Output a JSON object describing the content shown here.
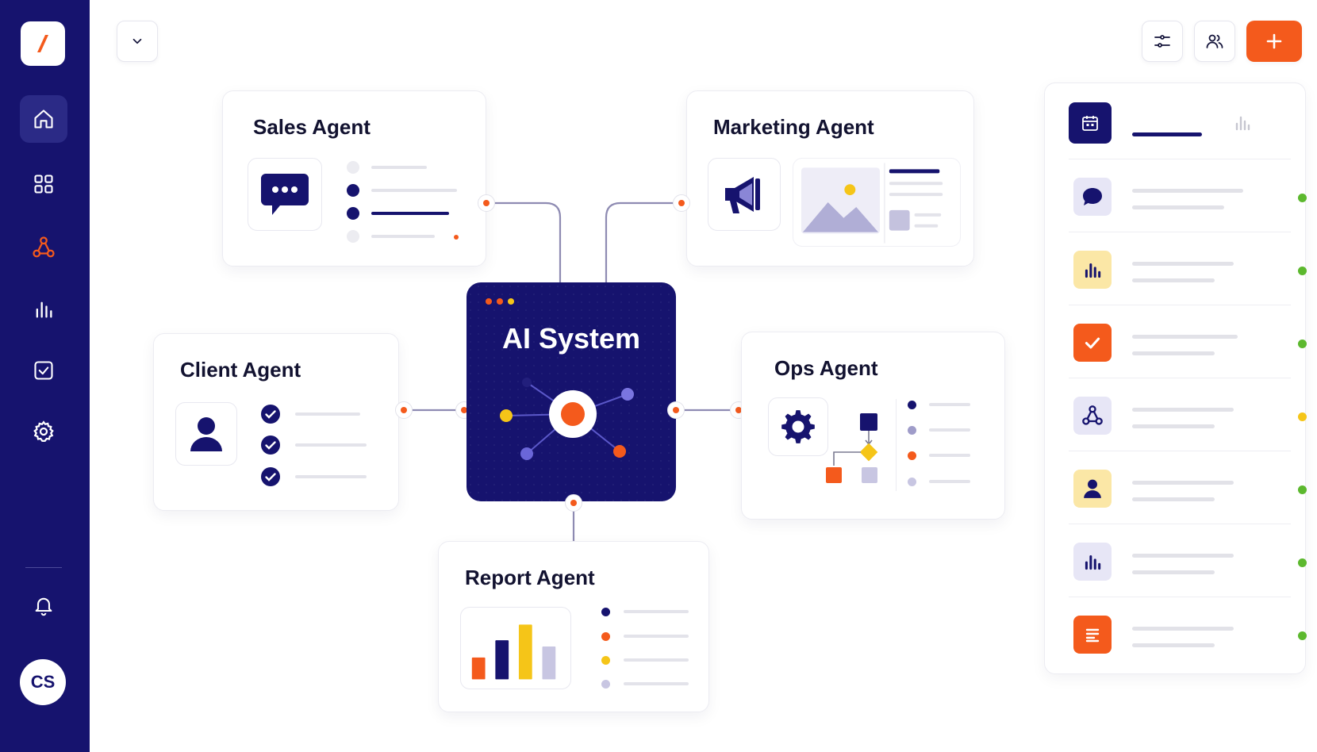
{
  "sidebar": {
    "logo_icon": "slash-logo-icon",
    "nav": [
      {
        "icon": "home-icon",
        "active": true
      },
      {
        "icon": "grid-icon",
        "active": false
      },
      {
        "icon": "network-icon",
        "active": false
      },
      {
        "icon": "bar-chart-icon",
        "active": false
      },
      {
        "icon": "checkbox-icon",
        "active": false
      },
      {
        "icon": "gear-icon",
        "active": false
      }
    ],
    "notification_icon": "bell-icon",
    "avatar_initials": "CS"
  },
  "toolbar": {
    "dropdown_icon": "chevron-down-icon",
    "filter_icon": "sliders-icon",
    "users_icon": "users-icon",
    "add_icon": "plus-icon"
  },
  "agents": {
    "sales": {
      "title": "Sales Agent",
      "icon": "chat-bubble-icon"
    },
    "marketing": {
      "title": "Marketing Agent",
      "icon": "megaphone-icon"
    },
    "client": {
      "title": "Client Agent",
      "icon": "user-icon"
    },
    "ops": {
      "title": "Ops Agent",
      "icon": "gear-icon"
    },
    "report": {
      "title": "Report Agent",
      "icon": "bar-chart-icon"
    }
  },
  "hub": {
    "title": "AI System",
    "icon": "network-hub-icon"
  },
  "panel": {
    "tab_active_icon": "calendar-icon",
    "tab_inactive_icon": "bar-chart-icon",
    "rows": [
      {
        "icon": "chat-bubble-icon",
        "status": "green"
      },
      {
        "icon": "bar-chart-icon",
        "status": "green"
      },
      {
        "icon": "check-icon",
        "status": "green"
      },
      {
        "icon": "network-icon",
        "status": "yellow"
      },
      {
        "icon": "user-icon",
        "status": "green"
      },
      {
        "icon": "bar-chart-icon",
        "status": "green"
      },
      {
        "icon": "document-lines-icon",
        "status": "green"
      }
    ]
  },
  "colors": {
    "navy": "#16136e",
    "orange": "#f45a1c",
    "yellow": "#f5c518",
    "lavender": "#b7b4d9",
    "green": "#5cb82e"
  }
}
